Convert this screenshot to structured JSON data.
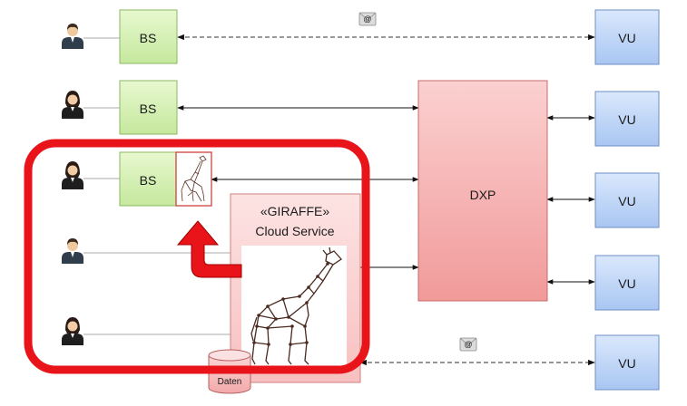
{
  "diagram": {
    "bs_nodes": [
      {
        "label": "BS"
      },
      {
        "label": "BS"
      },
      {
        "label": "BS"
      }
    ],
    "vu_nodes": [
      {
        "label": "VU"
      },
      {
        "label": "VU"
      },
      {
        "label": "VU"
      },
      {
        "label": "VU"
      },
      {
        "label": "VU"
      }
    ],
    "dxp": {
      "label": "DXP"
    },
    "cloud_service": {
      "line1": "«GIRAFFE»",
      "line2": "Cloud Service"
    },
    "database": {
      "label": "Daten"
    },
    "email_icons": [
      {
        "symbol": "@"
      },
      {
        "symbol": "@"
      }
    ],
    "colors": {
      "bs_fill": "#d4f0b0",
      "bs_stroke": "#88b860",
      "vu_fill": "#c0d8f8",
      "vu_stroke": "#6b8fc8",
      "dxp_fill": "#f6b4b4",
      "dxp_stroke": "#d07070",
      "cloud_fill": "#fbd2d2",
      "highlight": "#e8141a"
    }
  }
}
